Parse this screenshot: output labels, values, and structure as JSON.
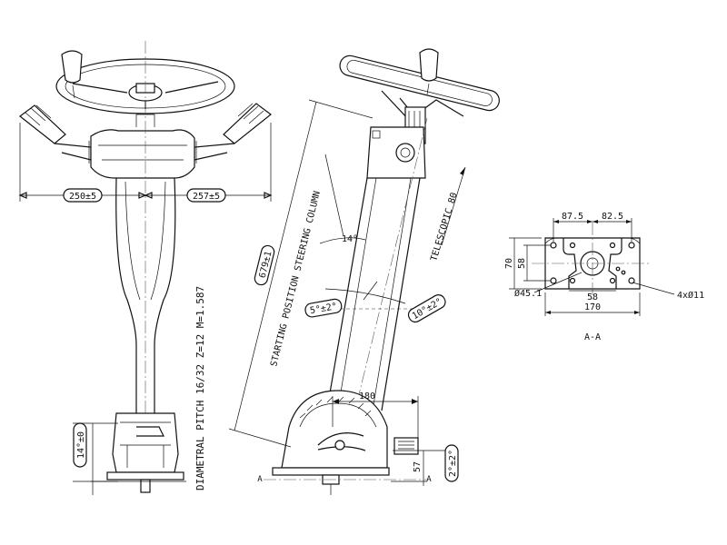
{
  "dimensions": {
    "left_reach": "250±5",
    "right_reach": "257±5",
    "tilt_range": "14°±0",
    "pitch_note": "DIAMETRAL PITCH 16/32 Z=12 M=1.587",
    "column_length": "679±1",
    "starting_position_label": "STARTING POSITION STEERING COLUMN",
    "start_angle_14": "14°",
    "start_angle_tol": "5°±2°",
    "telescopic": "TELESCOPIC 80",
    "tilt_angle": "10°±2°",
    "base_offset": "180",
    "base_height": "57",
    "base_tilt": "2°±2°"
  },
  "section": {
    "label_marker_left": "A",
    "label_marker_right": "A",
    "title": "A-A",
    "width_left": "87.5",
    "width_right": "82.5",
    "height_outer": "70",
    "height_inner": "58",
    "bore": "Ø45.1",
    "slot": "58",
    "overall": "170",
    "holes": "4xØ11"
  }
}
